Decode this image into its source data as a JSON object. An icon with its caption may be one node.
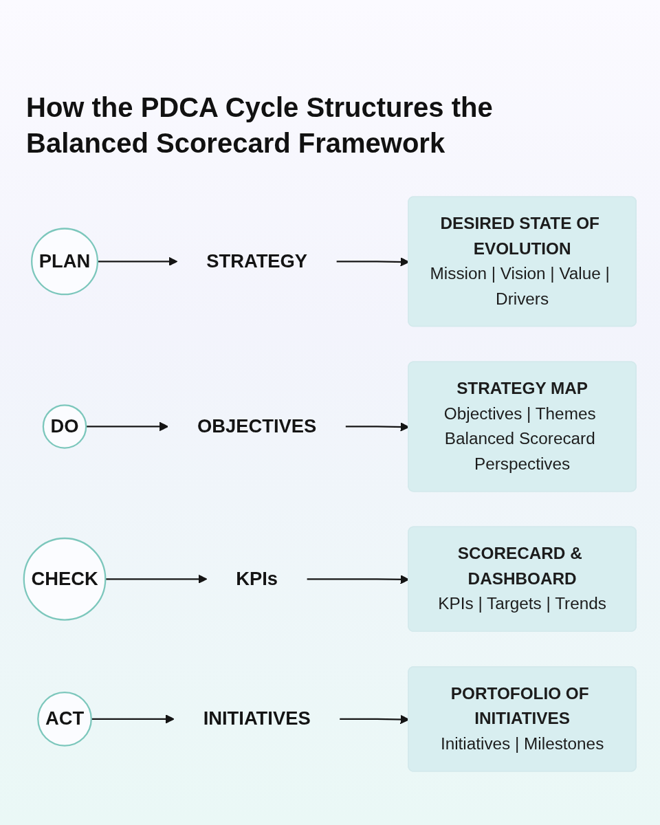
{
  "diagram": {
    "title": "How the PDCA Cycle Structures the Balanced Scorecard Framework",
    "nodes": [
      {
        "text": [
          "PLAN"
        ]
      },
      {
        "text": [
          "STRATEGY"
        ]
      },
      {
        "text": [
          "DESIRED STATE OF EVOLUTION",
          "Mission | Vision | Value | Drivers"
        ]
      },
      {
        "text": [
          "DO"
        ]
      },
      {
        "text": [
          "OBJECTIVES"
        ]
      },
      {
        "text": [
          "STRATEGY MAP",
          "Objectives | Themes Balanced Scorecard Perspectives"
        ]
      },
      {
        "text": [
          "CHECK"
        ]
      },
      {
        "text": [
          "KPIs"
        ]
      },
      {
        "text": [
          "SCORECARD & DASHBOARD",
          "KPIs | Targets | Trends"
        ]
      },
      {
        "text": [
          "ACT"
        ]
      },
      {
        "text": [
          "INITIATIVES"
        ]
      },
      {
        "text": [
          "PORTOFOLIO OF INITIATIVES",
          "Initiatives | Milestones"
        ]
      }
    ],
    "edges": [
      {
        "from": 0,
        "to": 1,
        "arrow": "to"
      },
      {
        "from": 1,
        "to": 2,
        "arrow": "to"
      },
      {
        "from": 3,
        "to": 4,
        "arrow": "to"
      },
      {
        "from": 4,
        "to": 5,
        "arrow": "to"
      },
      {
        "from": 6,
        "to": 7,
        "arrow": "to"
      },
      {
        "from": 7,
        "to": 8,
        "arrow": "to"
      },
      {
        "from": 9,
        "to": 10,
        "arrow": "to"
      },
      {
        "from": 10,
        "to": 11,
        "arrow": "to"
      }
    ]
  }
}
